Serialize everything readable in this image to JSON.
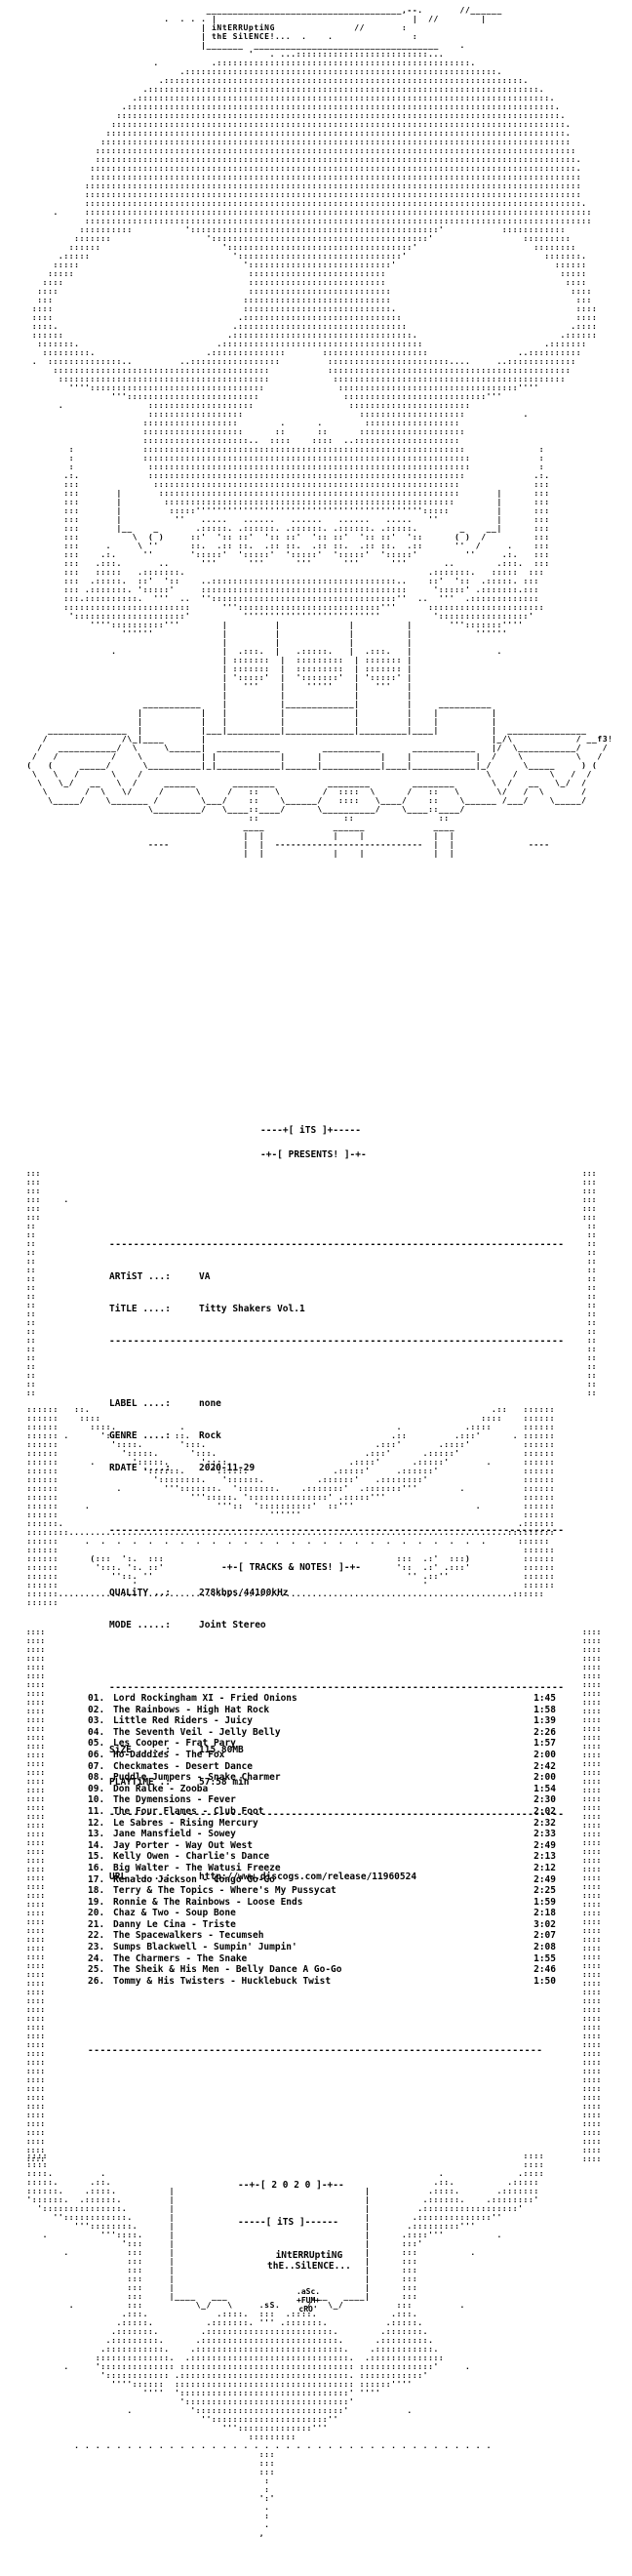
{
  "header": {
    "group_line1": "iNtERRUptiNG",
    "group_line2": "thE SilENCE!...",
    "signature": "_f3!"
  },
  "presents_box": {
    "its": "iTS",
    "presents": "PRESENTS!"
  },
  "info": {
    "artist_key": "ARTiST ...:",
    "artist": "VA",
    "title_key": "TiTLE ....:",
    "title": "Titty Shakers Vol.1",
    "label_key": "LABEL ....:",
    "label": "none",
    "genre_key": "GENRE ....:",
    "genre": "Rock",
    "rdate_key": "RDATE ....:",
    "rdate": "2020-11-29",
    "quality_key": "QUALiTY ..:",
    "quality": "278kbps/44100kHz",
    "mode_key": "MODE .....:",
    "mode": "Joint Stereo",
    "size_key": "SiZE .....:",
    "size": "115.80MB",
    "playtime_key": "PLAYTiME .:",
    "playtime": "57:58 min",
    "url_key": "URL ......:",
    "url": "http://www.discogs.com/release/11960524"
  },
  "tracks_header": "TRACKS & NOTES!",
  "tracks": [
    {
      "num": "01.",
      "name": "Lord Rockingham XI - Fried Onions",
      "dur": "1:45"
    },
    {
      "num": "02.",
      "name": "The Rainbows - High Hat Rock",
      "dur": "1:58"
    },
    {
      "num": "03.",
      "name": "Little Red Riders - Juicy",
      "dur": "1:39"
    },
    {
      "num": "04.",
      "name": "The Seventh Veil - Jelly Belly",
      "dur": "2:26"
    },
    {
      "num": "05.",
      "name": "Les Cooper - Frat Pary",
      "dur": "1:57"
    },
    {
      "num": "06.",
      "name": "Ho-Daddies - The Fox",
      "dur": "2:00"
    },
    {
      "num": "07.",
      "name": "Checkmates - Desert Dance",
      "dur": "2:42"
    },
    {
      "num": "08.",
      "name": "Puddle Jumpers - Snake Charmer",
      "dur": "2:00"
    },
    {
      "num": "09.",
      "name": "Don Ralke - Zooba",
      "dur": "1:54"
    },
    {
      "num": "10.",
      "name": "The Dymensions - Fever",
      "dur": "2:30"
    },
    {
      "num": "11.",
      "name": "The Four Flames - Club Foot",
      "dur": "2:02"
    },
    {
      "num": "12.",
      "name": "Le Sabres - Rising Mercury",
      "dur": "2:32"
    },
    {
      "num": "13.",
      "name": "Jane Mansfield - Sowey",
      "dur": "2:33"
    },
    {
      "num": "14.",
      "name": "Jay Porter - Way Out West",
      "dur": "2:49"
    },
    {
      "num": "15.",
      "name": "Kelly Owen - Charlie's Dance",
      "dur": "2:13"
    },
    {
      "num": "16.",
      "name": "Big Walter - The Watusi Freeze",
      "dur": "2:12"
    },
    {
      "num": "17.",
      "name": "Renaldo Jackson - Congo Go-Go",
      "dur": "2:49"
    },
    {
      "num": "18.",
      "name": "Terry & The Topics - Where's My Pussycat",
      "dur": "2:25"
    },
    {
      "num": "19.",
      "name": "Ronnie & The Rainbows - Loose Ends",
      "dur": "1:59"
    },
    {
      "num": "20.",
      "name": "Chaz & Two - Soup Bone",
      "dur": "2:18"
    },
    {
      "num": "21.",
      "name": "Danny Le Cina - Triste",
      "dur": "3:02"
    },
    {
      "num": "22.",
      "name": "The Spacewalkers - Tecumseh",
      "dur": "2:07"
    },
    {
      "num": "23.",
      "name": "Sumps Blackwell - Sumpin' Jumpin'",
      "dur": "2:08"
    },
    {
      "num": "24.",
      "name": "The Charmers - The Snake",
      "dur": "1:55"
    },
    {
      "num": "25.",
      "name": "The Sheik & His Men - Belly Dance A Go-Go",
      "dur": "2:46"
    },
    {
      "num": "26.",
      "name": "Tommy & His Twisters - Hucklebuck Twist",
      "dur": "1:50"
    }
  ],
  "footer": {
    "year": "2 0 2 0",
    "its": "iTS",
    "group_line1": "iNtERRUptiNG",
    "group_line2": "thE..SilENCE...",
    "credit1": ".aSc.",
    "credit2": "+FUM+",
    "credit3": "cRO'"
  }
}
